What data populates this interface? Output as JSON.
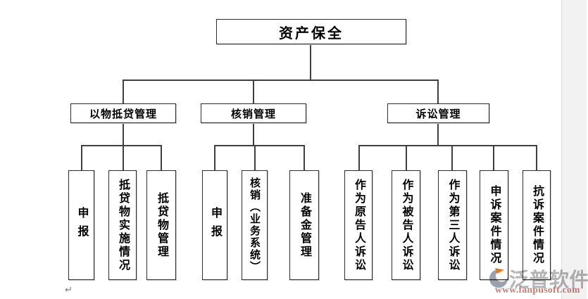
{
  "page": {
    "background": "#ffffff",
    "margin_strip_color": "#f2f2f2",
    "paragraph_mark": "↵"
  },
  "diagram": {
    "root": "资产保全",
    "branches": [
      {
        "label": "以物抵贷管理",
        "children": [
          "申报",
          "抵贷物实施情况",
          "抵贷物管理"
        ]
      },
      {
        "label": "核销管理",
        "children": [
          "申报",
          "核销（业务系统）",
          "准备金管理"
        ]
      },
      {
        "label": "诉讼管理",
        "children": [
          "作为原告人诉讼",
          "作为被告人诉讼",
          "作为第三人诉讼",
          "申诉案件情况",
          "抗诉案件情况"
        ]
      }
    ]
  },
  "watermark": {
    "brand": "泛普软件",
    "url": "www.fanpusoft.com",
    "logo_icon": "fanpu-swoosh-icon"
  },
  "colors": {
    "line": "#3f3f3f",
    "box_border": "#2e2e2e",
    "strip": "#f2f2f2",
    "brand_text": "#b4b4b4",
    "url_text": "#c77f72",
    "logo_gray": "#9aa2ab",
    "logo_orange": "#e8791e"
  }
}
